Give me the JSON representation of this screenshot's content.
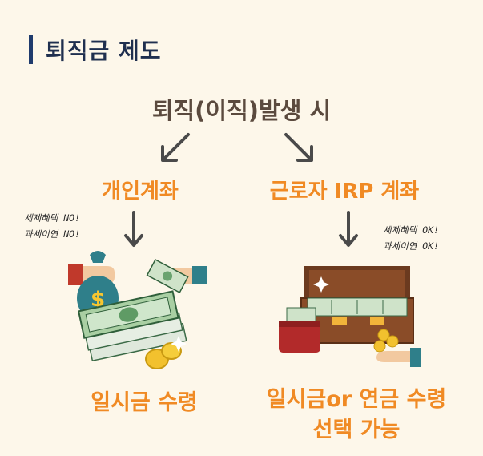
{
  "title": "퇴직금 제도",
  "event": "퇴직(이직)발생 시",
  "left": {
    "account": "개인계좌",
    "note_line1": "세제혜택 NO!",
    "note_line2": "과세이연 NO!",
    "result": "일시금 수령"
  },
  "right": {
    "account": "근로자 IRP 계좌",
    "note_line1": "세제혜택 OK!",
    "note_line2": "과세이연 OK!",
    "result_line1": "일시금or 연금 수령",
    "result_line2": "선택 가능"
  },
  "colors": {
    "accent": "#f08a24",
    "title_bar": "#1f3b6d",
    "background": "#fdf7ea"
  }
}
